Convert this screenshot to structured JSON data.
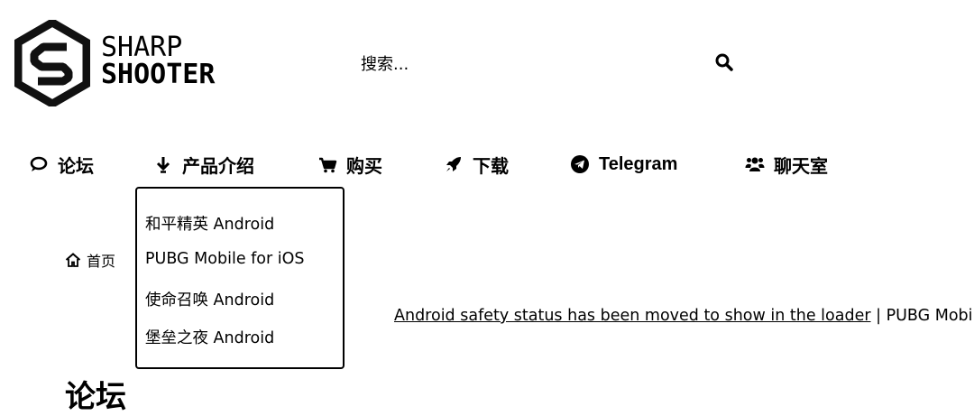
{
  "brand": {
    "line1": "SHARP",
    "line2": "SHOOTER"
  },
  "search": {
    "placeholder": "搜索..."
  },
  "nav": {
    "items": [
      {
        "label": "论坛",
        "icon": "comment-icon"
      },
      {
        "label": "产品介绍",
        "icon": "download-arrow-icon"
      },
      {
        "label": "购买",
        "icon": "cart-icon"
      },
      {
        "label": "下载",
        "icon": "rocket-icon"
      },
      {
        "label": "Telegram",
        "icon": "telegram-icon"
      },
      {
        "label": "聊天室",
        "icon": "users-icon"
      }
    ]
  },
  "dropdown": {
    "items": [
      "和平精英 Android",
      "PUBG Mobile for iOS",
      "使命召唤 Android",
      "堡垒之夜 Android"
    ]
  },
  "breadcrumb": {
    "home_label": "首页",
    "icon": "home-icon"
  },
  "ticker": {
    "link_text": "Android safety status has been moved to show in the loader",
    "separator": " | ",
    "next_text": "PUBG Mobile"
  },
  "page": {
    "heading": "论坛"
  }
}
